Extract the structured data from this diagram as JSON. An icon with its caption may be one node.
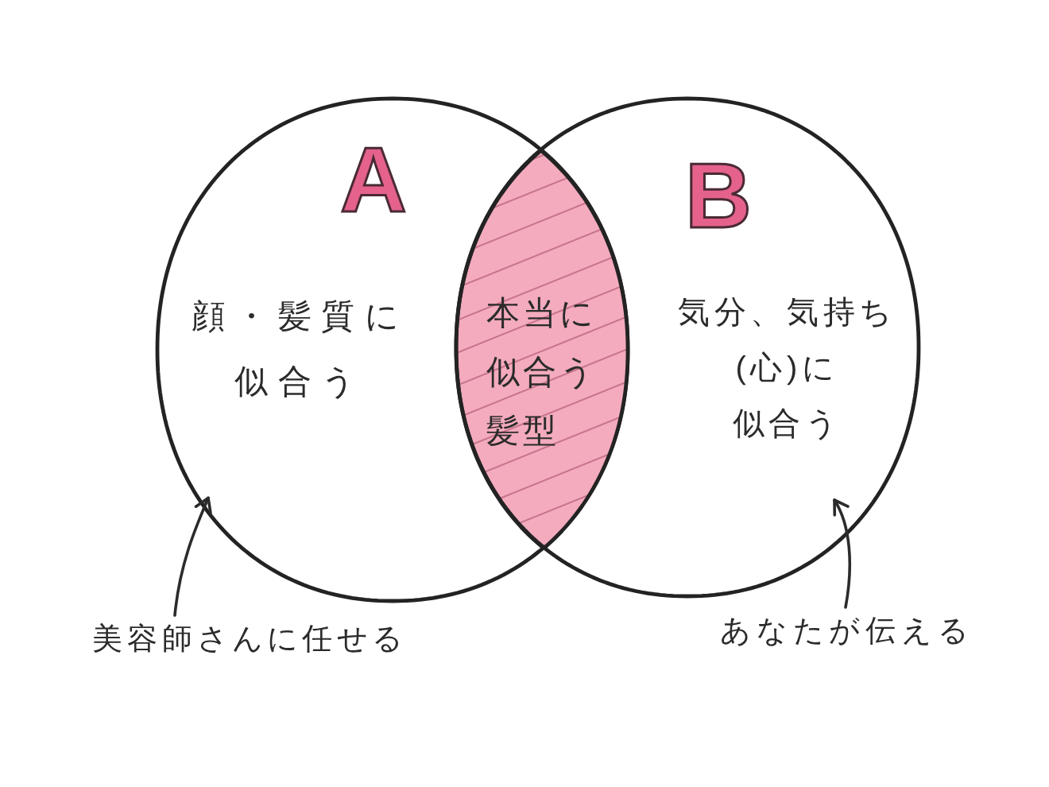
{
  "diagram": {
    "nodes": [
      {
        "text": [
          "A",
          "顔・髪質に似合う"
        ]
      },
      {
        "text": [
          "本当に似合う髪型"
        ]
      },
      {
        "text": [
          "B",
          "気分、気持ち(心)に似合う"
        ]
      },
      {
        "text": [
          "美容師さんに任せる"
        ]
      },
      {
        "text": [
          "あなたが伝える"
        ]
      }
    ],
    "edges": [
      {
        "from": 3,
        "to": 0,
        "arrow": "to"
      },
      {
        "from": 4,
        "to": 2,
        "arrow": "to"
      }
    ]
  }
}
